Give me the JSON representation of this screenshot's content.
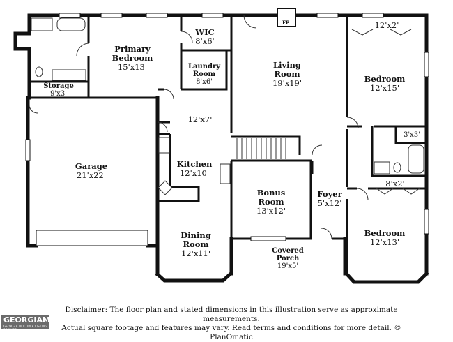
{
  "rooms": {
    "primary": {
      "name1": "Primary",
      "name2": "Bedroom",
      "dim": "15'x13'"
    },
    "wic": {
      "name": "WIC",
      "dim": "8'x6'"
    },
    "laundry": {
      "name1": "Laundry",
      "name2": "Room",
      "dim": "8'x6'"
    },
    "storage": {
      "name": "Storage",
      "dim": "9'x3'"
    },
    "living": {
      "name1": "Living",
      "name2": "Room",
      "dim": "19'x19'"
    },
    "fireplace": {
      "label": "FP"
    },
    "closet_top": {
      "dim": "12'x2'"
    },
    "bedroom2": {
      "name": "Bedroom",
      "dim": "12'x15'"
    },
    "hall": {
      "dim": "12'x7'"
    },
    "closet_small": {
      "dim": "3'x3'"
    },
    "garage": {
      "name": "Garage",
      "dim": "21'x22'"
    },
    "kitchen": {
      "name": "Kitchen",
      "dim": "12'x10'"
    },
    "bonus": {
      "name1": "Bonus",
      "name2": "Room",
      "dim": "13'x12'"
    },
    "foyer": {
      "name": "Foyer",
      "dim": "5'x12'"
    },
    "closet_mid": {
      "dim": "8'x2'"
    },
    "bedroom3": {
      "name": "Bedroom",
      "dim": "12'x13'"
    },
    "dining": {
      "name1": "Dining",
      "name2": "Room",
      "dim": "12'x11'"
    },
    "porch": {
      "name1": "Covered",
      "name2": "Porch",
      "dim": "19'x5'"
    }
  },
  "disclaimer": {
    "line1": "Disclaimer: The floor plan and stated dimensions in this illustration serve as approximate measurements.",
    "line2": "Actual square footage and features may vary. Read terms and conditions for more detail. © PlanOmatic"
  },
  "logo": {
    "text": "GEORGIAMLS",
    "sub": "GEORGIA MULTIPLE LISTING SERVICE"
  }
}
